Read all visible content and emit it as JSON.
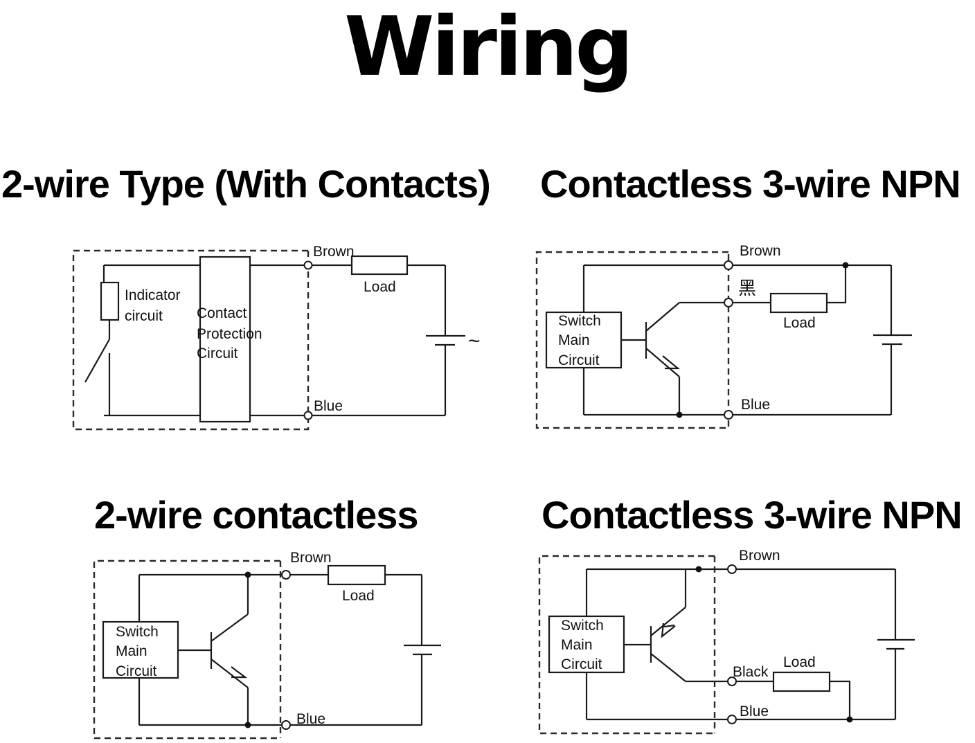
{
  "title": "Wiring",
  "diagrams": [
    {
      "heading": "2-wire Type (With Contacts)",
      "labels": {
        "brown": "Brown",
        "blue": "Blue",
        "load": "Load",
        "indicator_line1": "Indicator",
        "indicator_line2": "circuit",
        "protection_line1": "Contact",
        "protection_line2": "Protection",
        "protection_line3": "Circuit",
        "ac_symbol": "~"
      }
    },
    {
      "heading": "Contactless 3-wire NPN",
      "labels": {
        "brown": "Brown",
        "black": "黑",
        "blue": "Blue",
        "load": "Load",
        "switch_line1": "Switch",
        "switch_line2": "Main",
        "switch_line3": "Circuit"
      }
    },
    {
      "heading": "2-wire contactless",
      "labels": {
        "brown": "Brown",
        "blue": "Blue",
        "load": "Load",
        "switch_line1": "Switch",
        "switch_line2": "Main",
        "switch_line3": "Circuit"
      }
    },
    {
      "heading": "Contactless 3-wire NPN",
      "labels": {
        "brown": "Brown",
        "black": "Black",
        "blue": "Blue",
        "load": "Load",
        "switch_line1": "Switch",
        "switch_line2": "Main",
        "switch_line3": "Circuit"
      }
    }
  ]
}
